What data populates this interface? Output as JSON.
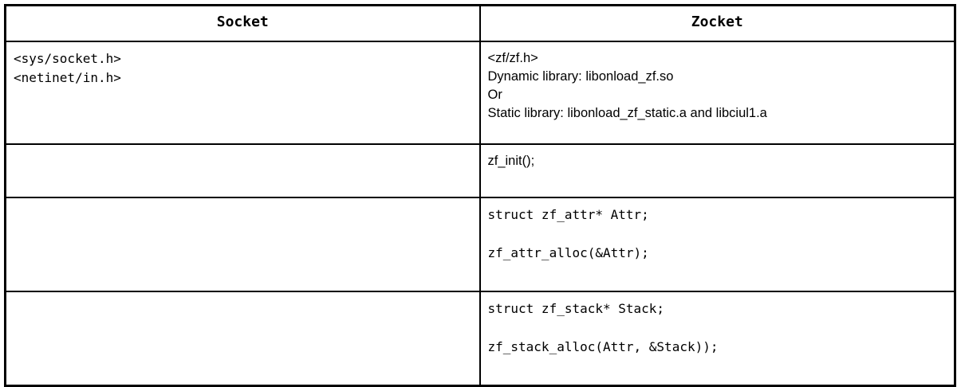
{
  "table": {
    "headers": {
      "left": "Socket",
      "right": "Zocket"
    },
    "rows": [
      {
        "id": "includes",
        "left": "<sys/socket.h>\n<netinet/in.h>",
        "right": "<zf/zf.h>\nDynamic library: libonload_zf.so\nOr\nStatic library: libonload_zf_static.a and libciul1.a"
      },
      {
        "id": "init",
        "left": "",
        "right": "zf_init();"
      },
      {
        "id": "attr",
        "left": "",
        "right_line1": "struct zf_attr* Attr;",
        "right_line2": "zf_attr_alloc(&Attr);"
      },
      {
        "id": "stack",
        "left": "",
        "right_line1": "struct zf_stack* Stack;",
        "right_line2": "zf_stack_alloc(Attr, &Stack));"
      }
    ]
  },
  "colors": {
    "border": "#000000",
    "text": "#000000",
    "background": "#ffffff"
  }
}
